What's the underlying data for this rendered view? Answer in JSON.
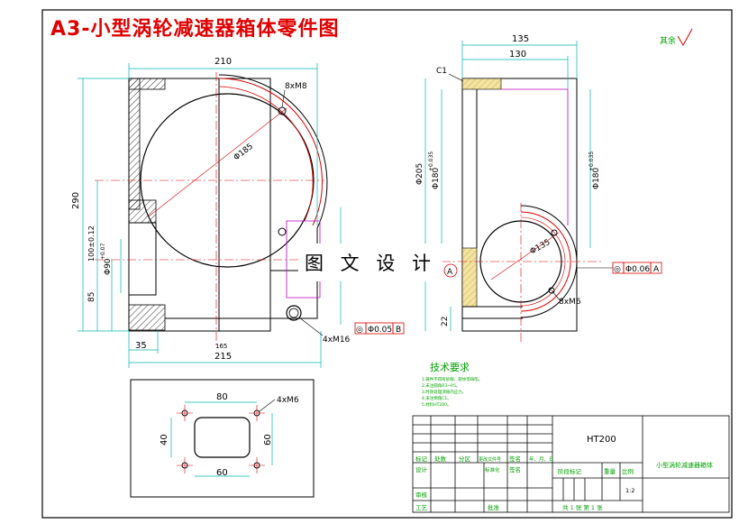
{
  "title": "A3-小型涡轮减速器箱体零件图",
  "watermark": "图 文 设 计",
  "roughness_mark": "其余",
  "colors": {
    "dim": "#00b4b4",
    "red": "#e00000",
    "magenta": "#c000c0",
    "green": "#00a000",
    "line": "#000000"
  },
  "front_view": {
    "dims": {
      "overall_width": "210",
      "bottom_width": "215",
      "left_offset": "35",
      "inner_width": "165",
      "height": "290",
      "center_height": "100±0.12",
      "lower_height": "85",
      "bore_small": "Φ90",
      "bore_small_tol": "+0.07",
      "bore_large": "Φ185",
      "thread_top": "8xM8",
      "thread_bottom": "4xM16"
    },
    "tolerance_frame": {
      "symbol": "◎",
      "value": "Φ0.05",
      "datum": "B"
    }
  },
  "side_view": {
    "dims": {
      "outer_width": "135",
      "inner_width": "130",
      "chamfer": "C1",
      "bore_outer": "Φ205",
      "bore_a": "Φ180",
      "bore_a_tol": "+0.035",
      "bore_b": "Φ180",
      "bore_b_tol": "+0.035",
      "bore_small": "Φ135",
      "thread": "8xM6",
      "base_height": "22"
    },
    "datum_a": "A",
    "tolerance_frame": {
      "symbol": "◎",
      "value": "Φ0.06",
      "datum": "A"
    }
  },
  "bottom_view": {
    "dims": {
      "top_width": "80",
      "bottom_width": "60",
      "left_height": "40",
      "right_height": "60",
      "thread": "4xM6"
    }
  },
  "tech_req": {
    "heading": "技术要求",
    "lines": [
      "1.铸件不得有砂眼、裂纹等缺陷。",
      "2.未注圆角R3~R5。",
      "3.时效处理消除内应力。",
      "4.未注倒角C1。",
      "5.材料HT200。"
    ]
  },
  "title_block": {
    "material": "HT200",
    "part_name": "小型涡轮减速器箱体",
    "labels": {
      "mark": "标记",
      "count": "处数",
      "zone": "分区",
      "change_doc": "更改文件号",
      "sign": "签名",
      "date": "年、月、日",
      "designer": "设计",
      "standard": "标准化",
      "sign2": "签名",
      "stage_mark": "阶段标记",
      "weight": "重量",
      "scale": "比例",
      "review": "审核",
      "process": "工艺",
      "approve": "批准",
      "sheets": "共 1 张  第 1 张"
    },
    "scale_value": "1:2"
  }
}
